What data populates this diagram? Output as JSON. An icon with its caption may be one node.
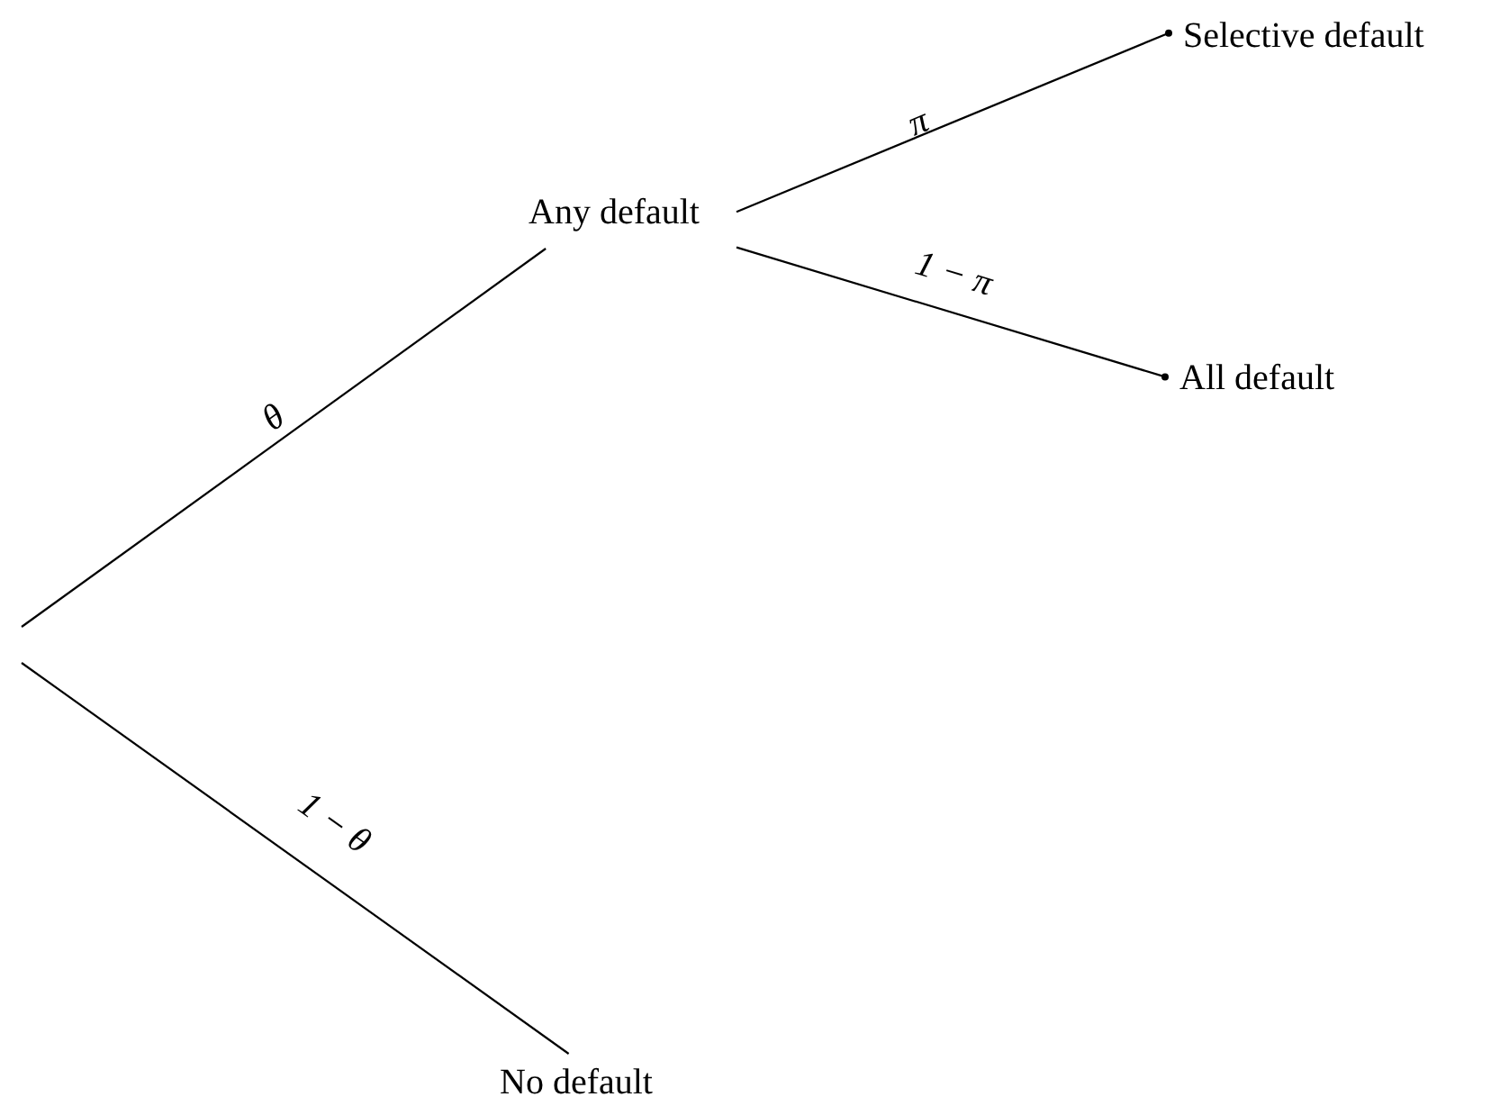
{
  "diagram": {
    "nodes": [
      {
        "text": [
          "Any default"
        ]
      },
      {
        "text": [
          "No default"
        ]
      },
      {
        "text": [
          "Selective default"
        ]
      },
      {
        "text": [
          "All default"
        ]
      }
    ],
    "edges": [
      {
        "from": null,
        "to": 0,
        "arrow": "none",
        "label": "θ"
      },
      {
        "from": null,
        "to": 1,
        "arrow": "none",
        "label": "1 − θ"
      },
      {
        "from": 0,
        "to": 2,
        "arrow": "other",
        "label": "π"
      },
      {
        "from": 0,
        "to": 3,
        "arrow": "other",
        "label": "1 − π"
      }
    ]
  }
}
